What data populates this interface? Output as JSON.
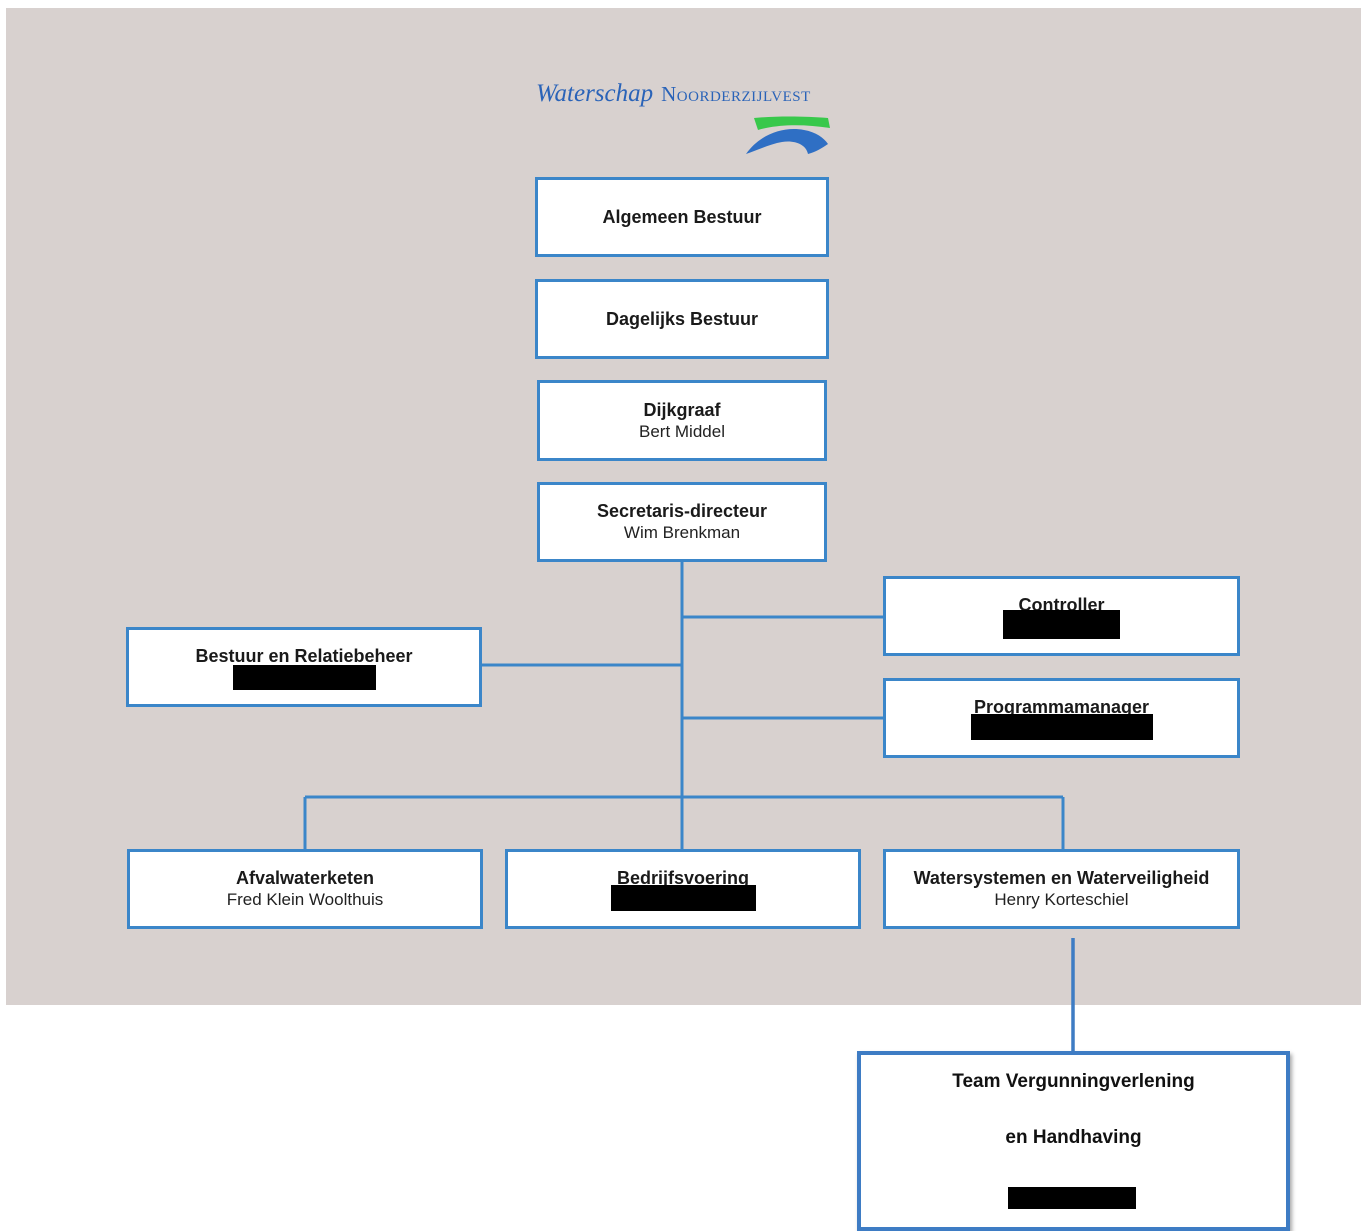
{
  "logo": {
    "name_part1": "Waterschap",
    "name_part2": "Noorderzijlvest",
    "colors": {
      "text": "#2a63b8",
      "wave_blue": "#2f6fc4",
      "wave_green": "#38c84b"
    }
  },
  "colors": {
    "panel": "#d8d1cf",
    "border": "#3b86c9",
    "connector": "#3b86c9",
    "redaction": "#000000"
  },
  "boxes": {
    "algemeen": {
      "title": "Algemeen Bestuur"
    },
    "dagelijks": {
      "title": "Dagelijks Bestuur"
    },
    "dijkgraaf": {
      "title": "Dijkgraaf",
      "name": "Bert Middel"
    },
    "secretaris": {
      "title": "Secretaris-directeur",
      "name": "Wim Brenkman"
    },
    "controller": {
      "title": "Controller"
    },
    "bestuur": {
      "title": "Bestuur en Relatiebeheer"
    },
    "programma": {
      "title": "Programmamanager"
    },
    "afvalwater": {
      "title": "Afvalwaterketen",
      "name": "Fred Klein Woolthuis"
    },
    "bedrijf": {
      "title": "Bedrijfsvoering"
    },
    "watersys": {
      "title": "Watersystemen en Waterveiligheid",
      "name": "Henry Korteschiel"
    }
  },
  "team": {
    "line1": "Team Vergunningverlening",
    "line2": "en Handhaving"
  }
}
